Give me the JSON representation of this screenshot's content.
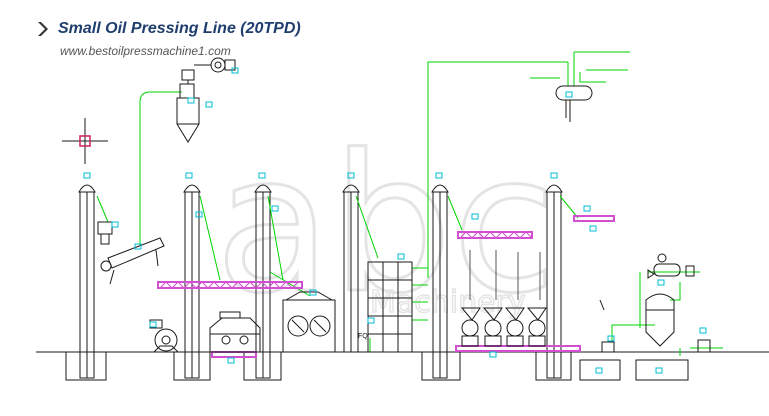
{
  "header": {
    "title": "Small Oil Pressing Line (20TPD)",
    "url": "www.bestoilpressmachine1.com"
  },
  "labels": {
    "fq": "FQ"
  },
  "watermark": {
    "brand": "abc",
    "subtitle": "Machinery"
  },
  "colors": {
    "title": "#1f3e6d",
    "line": "#00d400",
    "outline": "#1a1a1a",
    "conveyor": "#d24fd2",
    "marker": "#00bcd4",
    "crosshair": "#cc2255"
  },
  "icons": {
    "header": "chevron-right-icon"
  }
}
